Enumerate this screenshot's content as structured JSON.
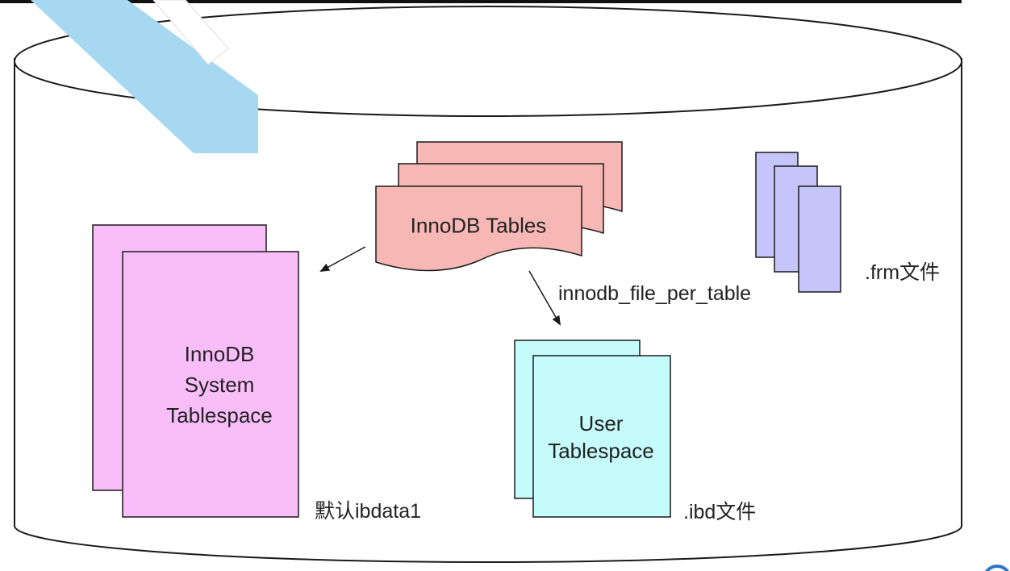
{
  "labels": {
    "innodb_tables": "InnoDB Tables",
    "system_tablespace": [
      "InnoDB",
      "System",
      "Tablespace"
    ],
    "user_tablespace": [
      "User",
      "Tablespace"
    ],
    "frm_files": ".frm文件",
    "ibd_files": ".ibd文件",
    "default_ibdata": "默认ibdata1",
    "file_per_table_option": "innodb_file_per_table"
  },
  "colors": {
    "innodb_tables_fill": "#f7b8b5",
    "system_tablespace_fill": "#f9bdf9",
    "user_tablespace_fill": "#c5fbfb",
    "frm_files_fill": "#c5c5fb",
    "outline": "#1a1a1a",
    "watermark": "#a6d8f2"
  }
}
